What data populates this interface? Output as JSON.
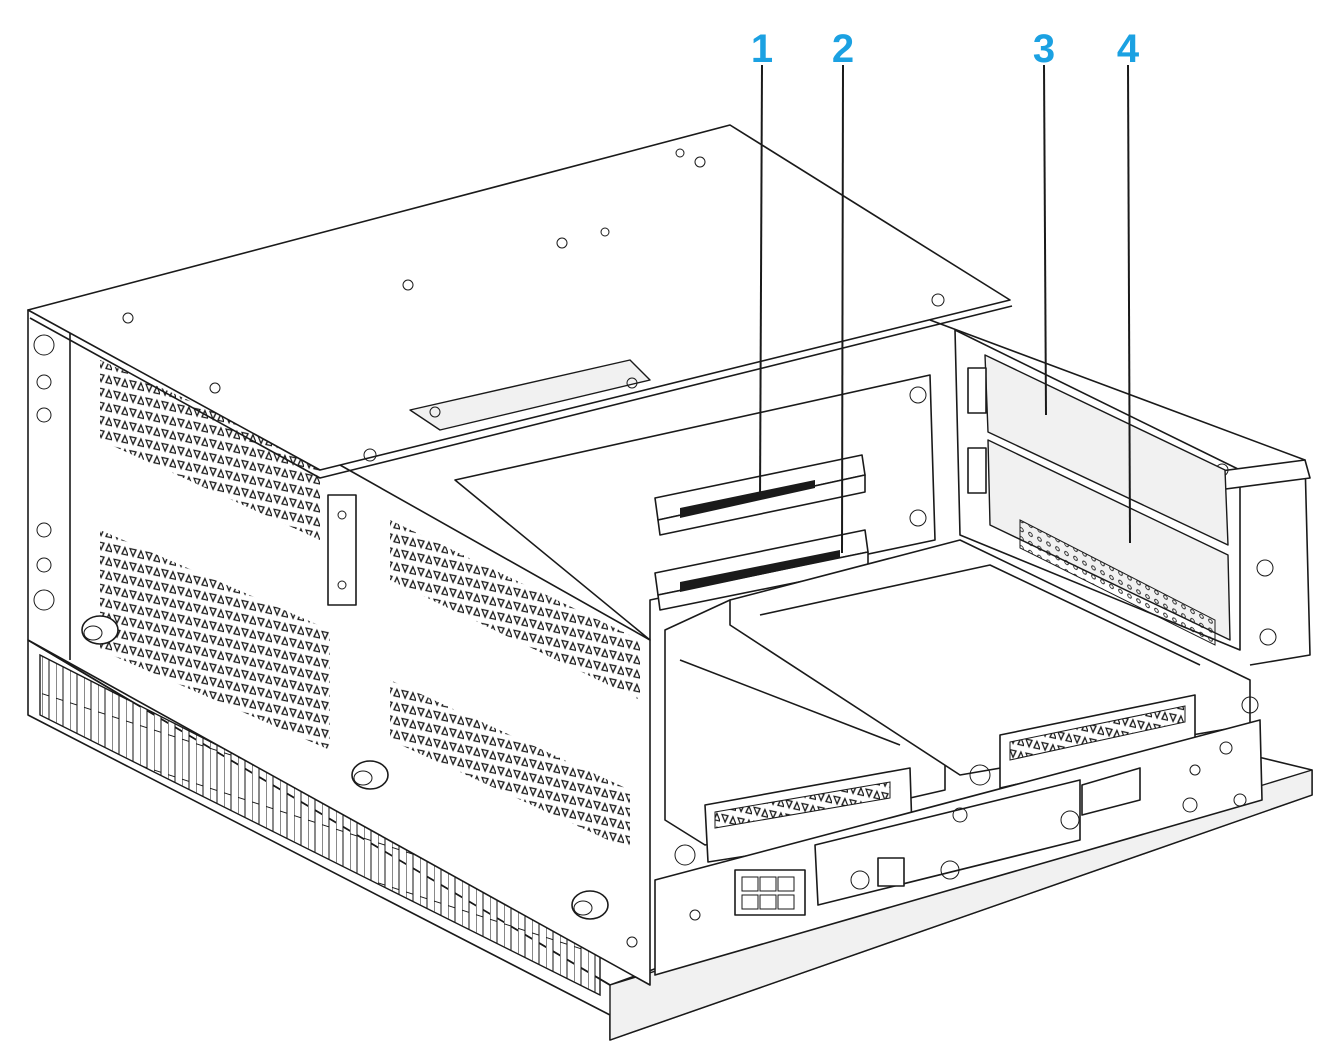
{
  "figure": {
    "callouts": [
      {
        "label": "1",
        "target": "upper-expansion-slot-connector"
      },
      {
        "label": "2",
        "target": "lower-expansion-slot-connector"
      },
      {
        "label": "3",
        "target": "upper-slot-cover"
      },
      {
        "label": "4",
        "target": "lower-slot-cover"
      }
    ],
    "colors": {
      "callout": "#1ba1e2",
      "line": "#1a1a1a",
      "background": "#ffffff"
    }
  }
}
